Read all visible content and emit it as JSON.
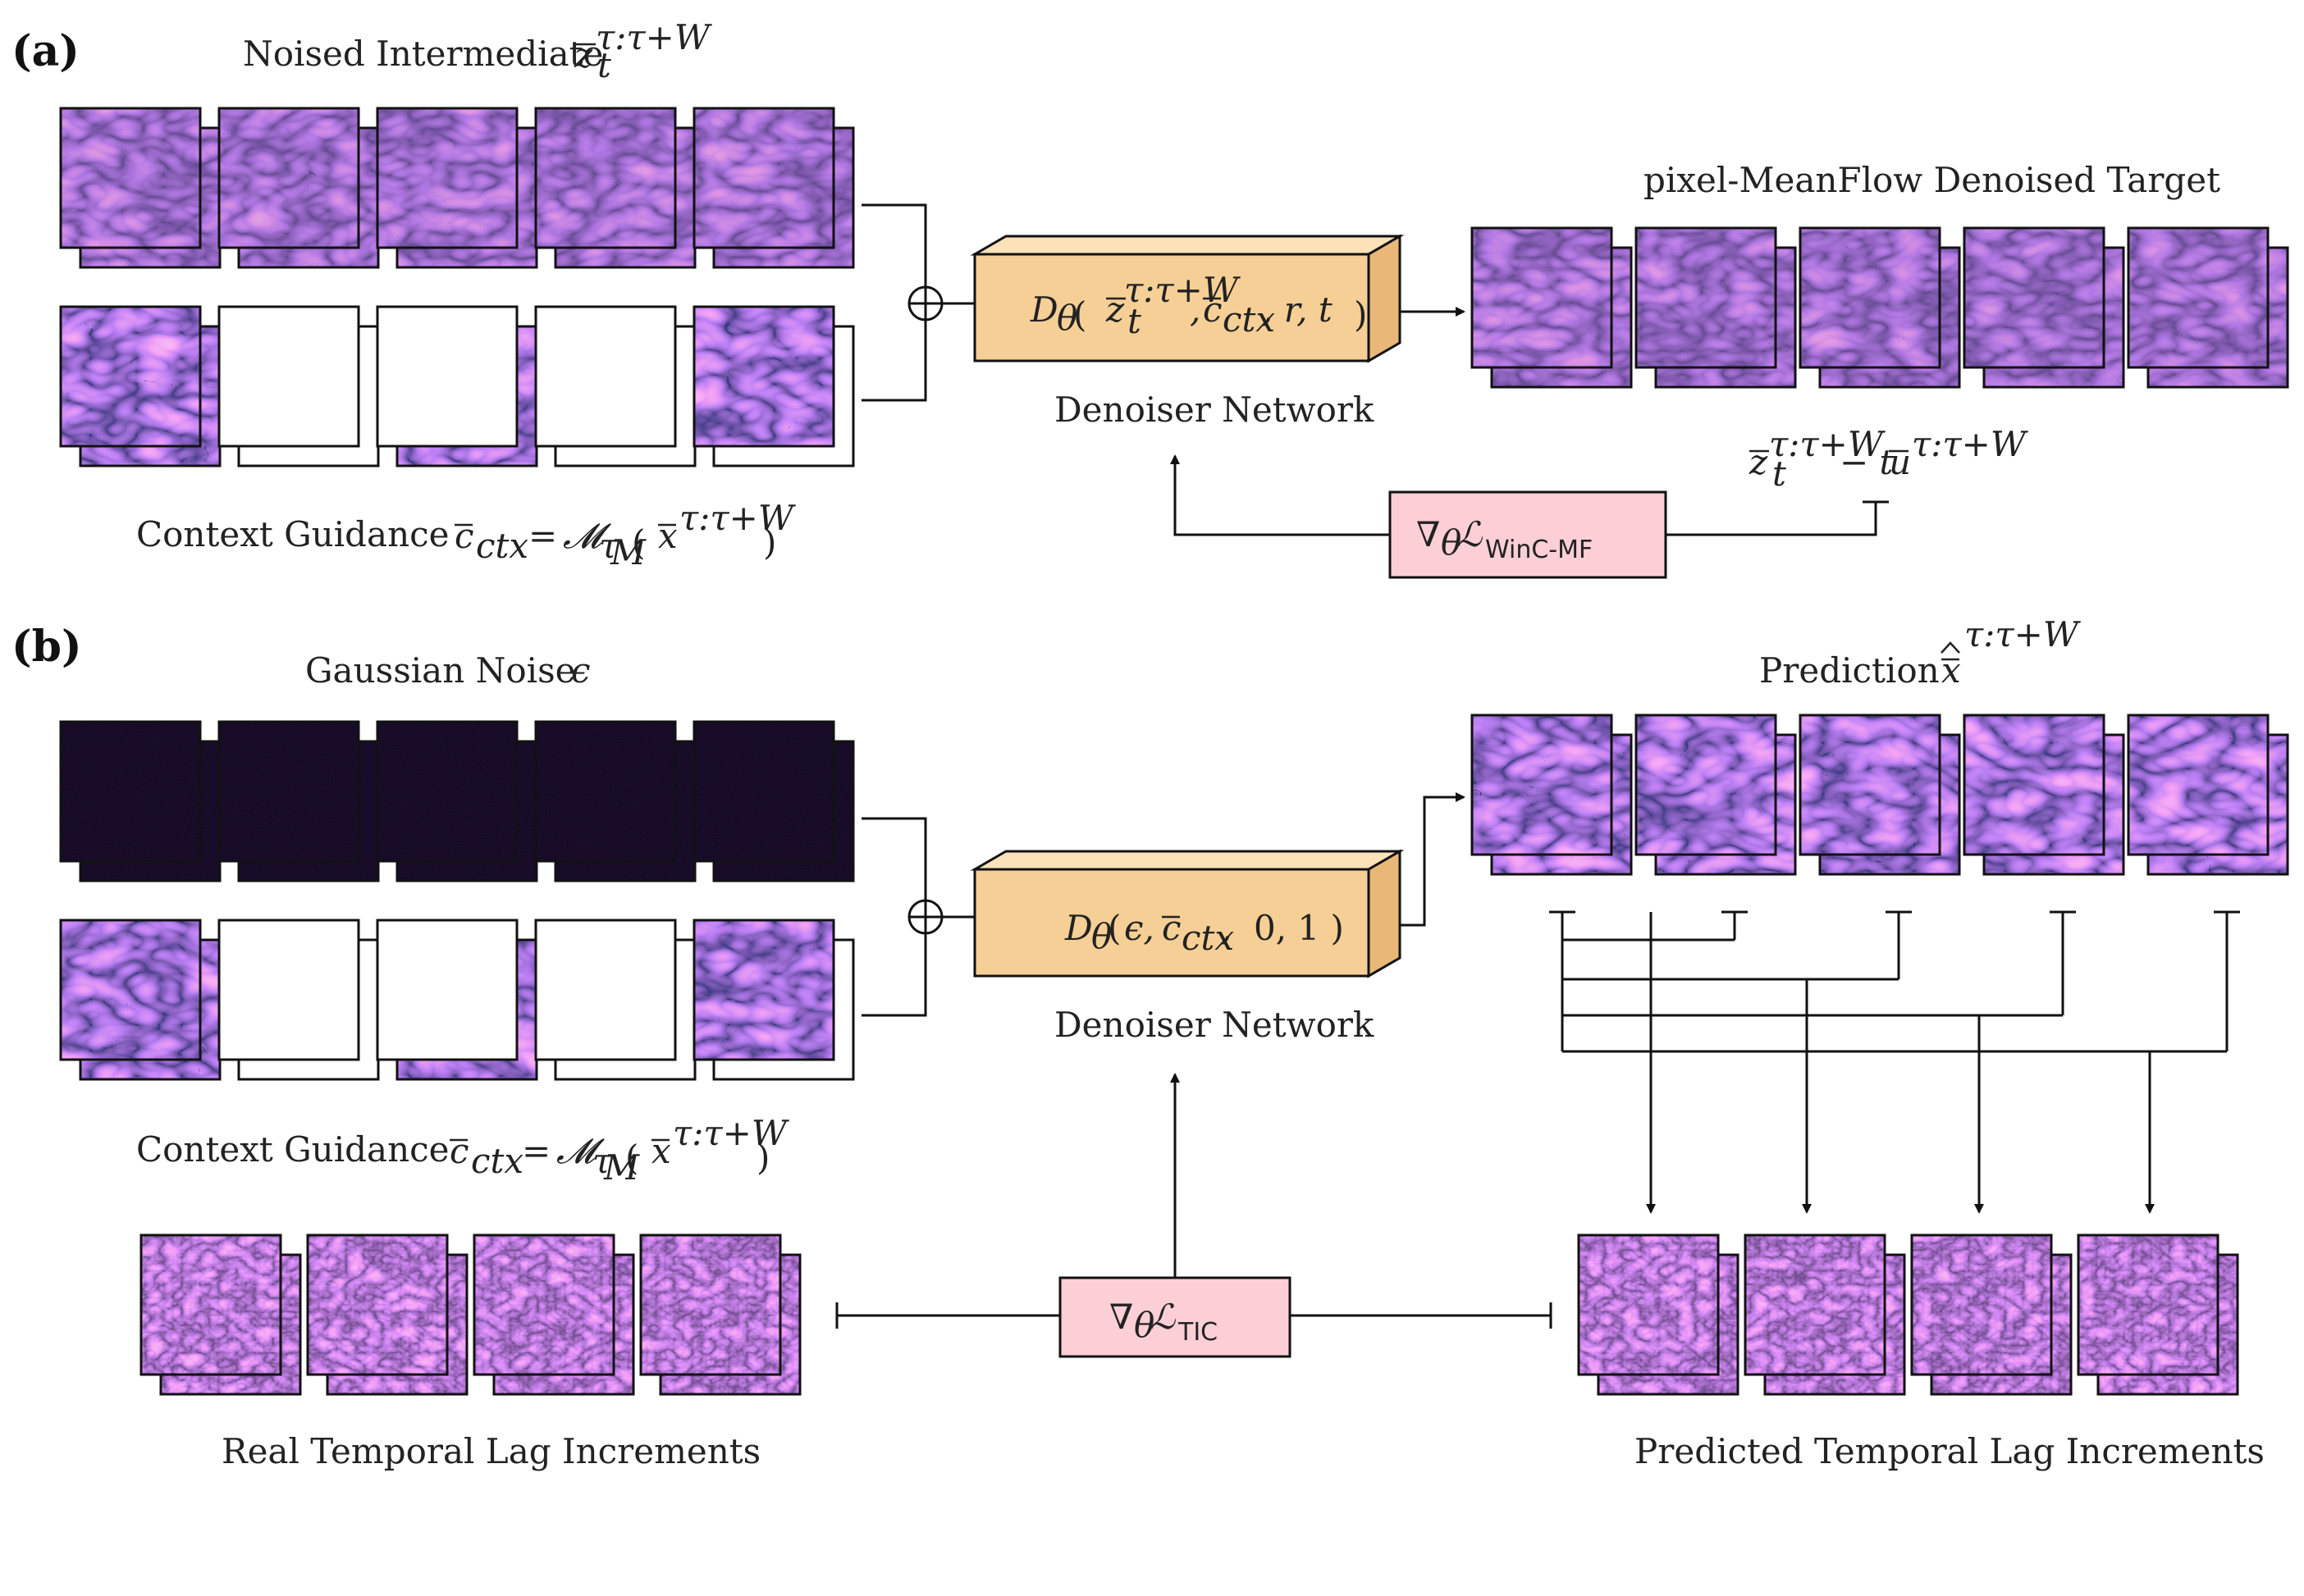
{
  "panel_a": {
    "label": "(a)",
    "noised_title": "Noised Intermediate",
    "context_title": "Context Guidance",
    "network_label": "Denoiser Network",
    "output_title": "pixel-MeanFlow Denoised Target",
    "loss_subscript": "WinC-MF"
  },
  "panel_b": {
    "label": "(b)",
    "noise_title": "Gaussian Noise",
    "context_title": "Context Guidance",
    "network_label": "Denoiser Network",
    "prediction_title": "Prediction",
    "loss_subscript": "TIC",
    "real_label": "Real Temporal Lag Increments",
    "pred_label": "Predicted Temporal Lag Increments"
  },
  "colors": {
    "frame_dark": "#2a1646",
    "network_box": "#f5cf95",
    "network_top": "#fbe2b8",
    "network_side": "#e9b878",
    "loss_box": "#fccfd6"
  }
}
